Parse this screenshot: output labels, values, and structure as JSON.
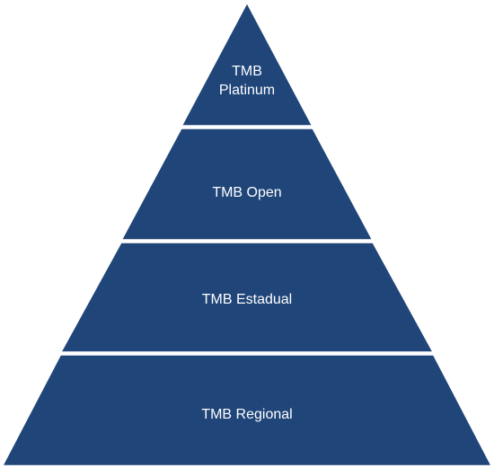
{
  "pyramid": {
    "fill_color": "#1f4579",
    "separator_color": "#ffffff",
    "label_color": "#ffffff",
    "tiers": [
      {
        "lines": [
          "TMB",
          "Platinum"
        ]
      },
      {
        "lines": [
          "TMB Open"
        ]
      },
      {
        "lines": [
          "TMB Estadual"
        ]
      },
      {
        "lines": [
          "TMB Regional"
        ]
      }
    ]
  }
}
